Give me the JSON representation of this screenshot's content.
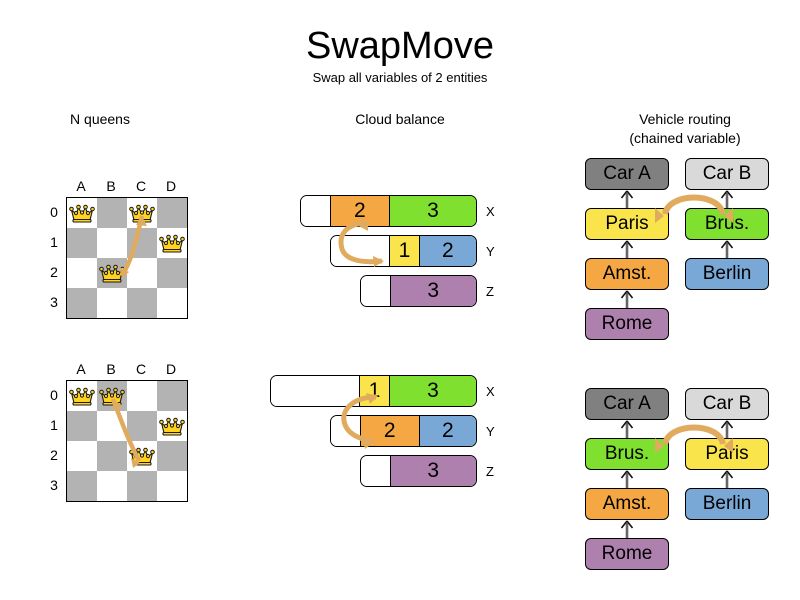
{
  "header": {
    "title": "SwapMove",
    "subtitle": "Swap all variables of 2 entities"
  },
  "columns": {
    "nqueens": "N queens",
    "cloud": "Cloud balance",
    "vrp_line1": "Vehicle routing",
    "vrp_line2": "(chained variable)"
  },
  "colors": {
    "orange": "#f4a742",
    "green": "#7fe02f",
    "yellow": "#fae44c",
    "blue": "#7aa8d6",
    "purple": "#ae80ad",
    "dark_gray": "#808080",
    "light_gray": "#d9d9d9",
    "board_dark": "#b3b3b3",
    "board_light": "#ffffff",
    "arrow": "#e0ab5e",
    "queen_gold": "#ffd320"
  },
  "nqueens": {
    "files": [
      "A",
      "B",
      "C",
      "D"
    ],
    "ranks": [
      "0",
      "1",
      "2",
      "3"
    ],
    "before": {
      "queens": [
        {
          "file": "A",
          "rank": "0"
        },
        {
          "file": "C",
          "rank": "0"
        },
        {
          "file": "D",
          "rank": "1"
        },
        {
          "file": "B",
          "rank": "2"
        }
      ],
      "move": {
        "from": "C0",
        "to": "B2"
      }
    },
    "after": {
      "queens": [
        {
          "file": "A",
          "rank": "0"
        },
        {
          "file": "B",
          "rank": "0"
        },
        {
          "file": "D",
          "rank": "1"
        },
        {
          "file": "C",
          "rank": "2"
        }
      ],
      "move": {
        "from": "B0",
        "to": "C2"
      }
    }
  },
  "cloud": {
    "before": {
      "rows": [
        {
          "label": "X",
          "segments": [
            {
              "value": "",
              "color": "#ffffff",
              "width": 30
            },
            {
              "value": "2",
              "color": "#f4a742",
              "width": 60
            },
            {
              "value": "3",
              "color": "#7fe02f",
              "width": 87
            }
          ]
        },
        {
          "label": "Y",
          "segments": [
            {
              "value": "",
              "color": "#ffffff",
              "width": 60
            },
            {
              "value": "1",
              "color": "#fae44c",
              "width": 30
            },
            {
              "value": "2",
              "color": "#7aa8d6",
              "width": 57
            }
          ]
        },
        {
          "label": "Z",
          "segments": [
            {
              "value": "",
              "color": "#ffffff",
              "width": 30
            },
            {
              "value": "3",
              "color": "#ae80ad",
              "width": 87
            }
          ]
        }
      ]
    },
    "after": {
      "rows": [
        {
          "label": "X",
          "segments": [
            {
              "value": "",
              "color": "#ffffff",
              "width": 90
            },
            {
              "value": "1",
              "color": "#fae44c",
              "width": 30
            },
            {
              "value": "3",
              "color": "#7fe02f",
              "width": 87
            }
          ]
        },
        {
          "label": "Y",
          "segments": [
            {
              "value": "",
              "color": "#ffffff",
              "width": 30
            },
            {
              "value": "2",
              "color": "#f4a742",
              "width": 60
            },
            {
              "value": "2",
              "color": "#7aa8d6",
              "width": 57
            }
          ]
        },
        {
          "label": "Z",
          "segments": [
            {
              "value": "",
              "color": "#ffffff",
              "width": 30
            },
            {
              "value": "3",
              "color": "#ae80ad",
              "width": 87
            }
          ]
        }
      ]
    }
  },
  "vrp": {
    "before": {
      "left_chain": [
        {
          "label": "Car A",
          "color": "#808080"
        },
        {
          "label": "Paris",
          "color": "#fae44c"
        },
        {
          "label": "Amst.",
          "color": "#f4a742"
        },
        {
          "label": "Rome",
          "color": "#ae80ad"
        }
      ],
      "right_chain": [
        {
          "label": "Car B",
          "color": "#d9d9d9"
        },
        {
          "label": "Brus.",
          "color": "#7fe02f"
        },
        {
          "label": "Berlin",
          "color": "#7aa8d6"
        }
      ],
      "swap": [
        "Paris",
        "Brus."
      ]
    },
    "after": {
      "left_chain": [
        {
          "label": "Car A",
          "color": "#808080"
        },
        {
          "label": "Brus.",
          "color": "#7fe02f"
        },
        {
          "label": "Amst.",
          "color": "#f4a742"
        },
        {
          "label": "Rome",
          "color": "#ae80ad"
        }
      ],
      "right_chain": [
        {
          "label": "Car B",
          "color": "#d9d9d9"
        },
        {
          "label": "Paris",
          "color": "#fae44c"
        },
        {
          "label": "Berlin",
          "color": "#7aa8d6"
        }
      ],
      "swap": [
        "Brus.",
        "Paris"
      ]
    }
  }
}
